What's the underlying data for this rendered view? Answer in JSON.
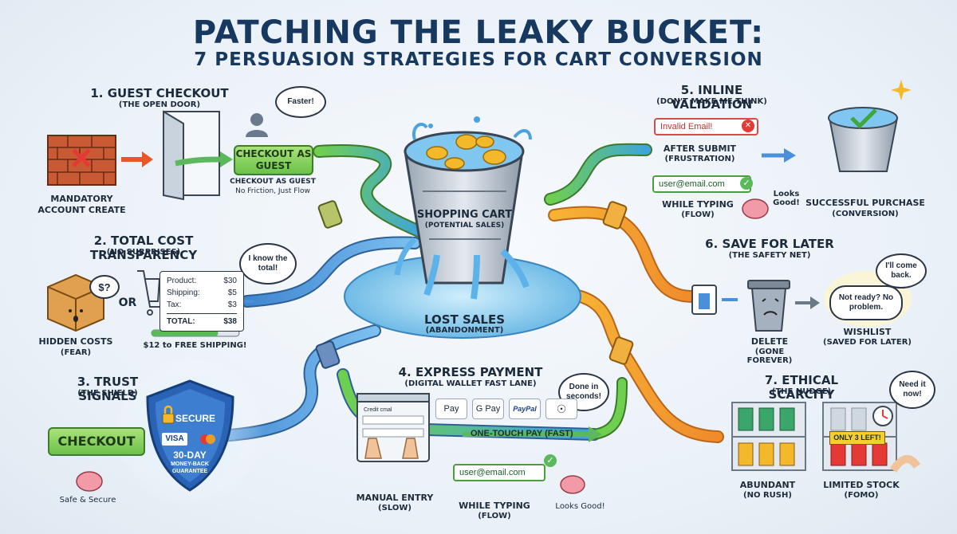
{
  "title": "PATCHING THE LEAKY BUCKET:",
  "subtitle": "7 PERSUASION STRATEGIES FOR CART CONVERSION",
  "center": {
    "bucket_label": "SHOPPING CART",
    "bucket_sub": "(POTENTIAL SALES)",
    "puddle_label": "LOST SALES",
    "puddle_sub": "(ABANDONMENT)"
  },
  "s1": {
    "title": "1. GUEST CHECKOUT",
    "sub": "(THE OPEN DOOR)",
    "bubble": "Faster!",
    "button": "CHECKOUT AS GUEST",
    "caption1": "CHECKOUT AS GUEST",
    "caption2": "No Friction, Just Flow",
    "wall_label": "MANDATORY ACCOUNT CREATE"
  },
  "s2": {
    "title": "2. TOTAL COST TRANSPARENCY",
    "sub": "(NO SURPRISES)",
    "bubble": "I know the total!",
    "box_glyph": "$?",
    "or": "OR",
    "hidden": "HIDDEN COSTS",
    "hidden_sub": "(FEAR)",
    "rows": [
      {
        "k": "Product:",
        "v": "$30"
      },
      {
        "k": "Shipping:",
        "v": "$5"
      },
      {
        "k": "Tax:",
        "v": "$3"
      }
    ],
    "total_k": "TOTAL:",
    "total_v": "$38",
    "free_ship": "$12 to FREE SHIPPING!",
    "progress": 0.76
  },
  "s3": {
    "title": "3. TRUST SIGNALS",
    "sub": "(THE SHIELD)",
    "secure": "SECURE",
    "visa": "VISA",
    "days": "30-DAY",
    "guarantee": "MONEY-BACK GUARANTEE",
    "checkout": "CHECKOUT",
    "caption": "Safe & Secure"
  },
  "s4": {
    "title": "4. EXPRESS PAYMENT",
    "sub": "(DIGITAL WALLET FAST LANE)",
    "bubble": "Done in seconds!",
    "form_label": "Credit cmal",
    "wallets": [
      "Pay",
      "G Pay",
      "PayPal"
    ],
    "one_touch": "ONE-TOUCH PAY (FAST)",
    "field": "user@email.com",
    "manual": "MANUAL ENTRY",
    "manual_sub": "(SLOW)",
    "typing": "WHILE TYPING",
    "typing_sub": "(FLOW)",
    "looks_good": "Looks Good!"
  },
  "s5": {
    "title": "5. INLINE VALIDATION",
    "sub": "(DON'T MAKE ME THINK)",
    "invalid": "Invalid Email!",
    "after": "AFTER SUBMIT",
    "after_sub": "(FRUSTRATION)",
    "field": "user@email.com",
    "typing": "WHILE TYPING",
    "typing_sub": "(FLOW)",
    "looks": "Looks Good!",
    "success": "SUCCESSFUL PURCHASE",
    "success_sub": "(CONVERSION)"
  },
  "s6": {
    "title": "6. SAVE FOR LATER",
    "sub": "(THE SAFETY NET)",
    "bubble": "I'll come back.",
    "cloud": "Not ready? No problem.",
    "delete": "DELETE",
    "delete_sub": "(GONE FOREVER)",
    "wishlist": "WISHLIST",
    "wishlist_sub": "(SAVED FOR LATER)"
  },
  "s7": {
    "title": "7. ETHICAL SCARCITY",
    "sub": "(THE NUDGE)",
    "bubble": "Need it now!",
    "only": "ONLY 3 LEFT!",
    "abundant": "ABUNDANT",
    "abundant_sub": "(NO RUSH)",
    "limited": "LIMITED STOCK",
    "limited_sub": "(FOMO)"
  },
  "colors": {
    "navy": "#17385f",
    "pipe_blue": "#4a90d9",
    "pipe_green": "#5cb85c",
    "pipe_orange": "#f0a030",
    "water": "#7cc4ee"
  }
}
